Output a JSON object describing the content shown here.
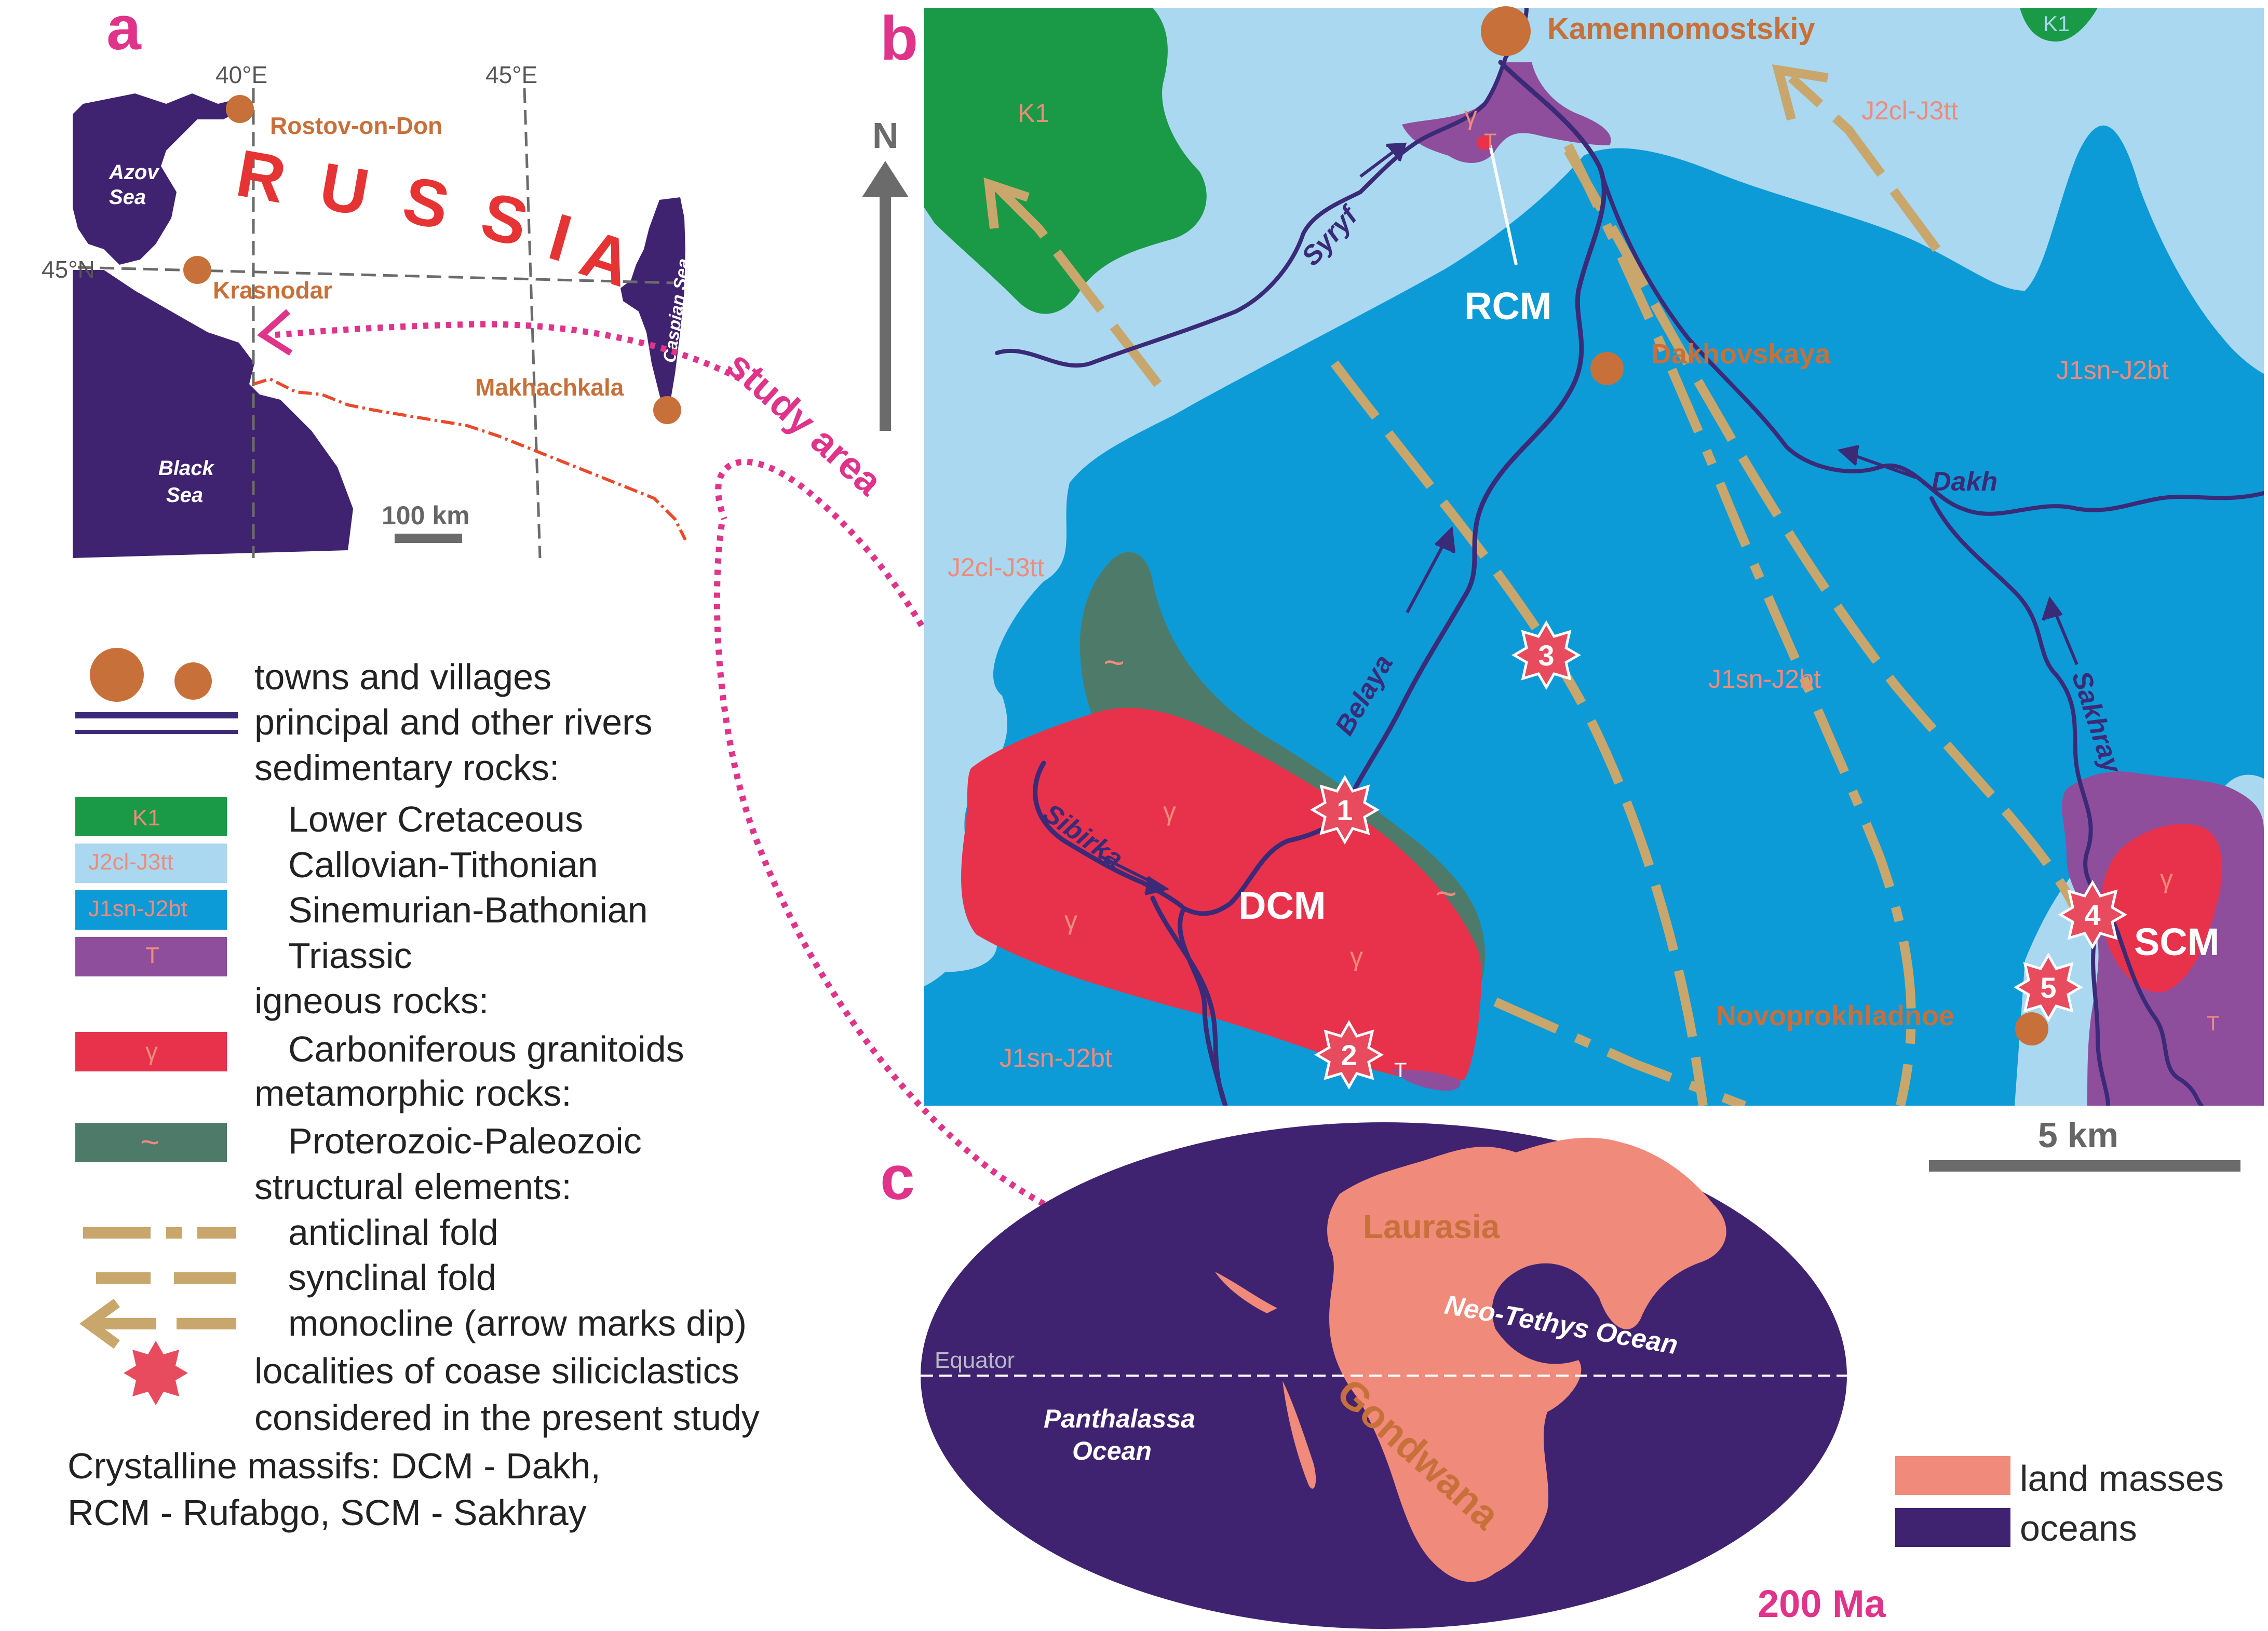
{
  "panels": {
    "a": "a",
    "b": "b",
    "c": "c"
  },
  "panel_a": {
    "country": "RUSSIA",
    "lon_40": "40°E",
    "lon_45": "45°E",
    "lat_45": "45°N",
    "seas": {
      "azov": "Azov Sea",
      "black": "Black Sea",
      "caspian": "Caspian Sea"
    },
    "cities": [
      "Rostov-on-Don",
      "Krasnodar",
      "Makhachkala"
    ],
    "scale": "100 km",
    "study_area": "study area"
  },
  "panel_b": {
    "north": "N",
    "towns": [
      "Kamennomostskiy",
      "Dakhovskaya",
      "Novoprokhladnoe"
    ],
    "rivers": [
      "Syryf",
      "Belaya",
      "Sibirka",
      "Dakh",
      "Sakhray"
    ],
    "massifs": [
      "DCM",
      "RCM",
      "SCM"
    ],
    "units": {
      "k1": "K1",
      "j2cl_j3tt": "J2cl-J3tt",
      "j1sn_j2bt": "J1sn-J2bt",
      "triassic": "T",
      "granite_symbol": "γ",
      "meta_symbol": "~"
    },
    "localities": [
      "1",
      "2",
      "3",
      "4",
      "5"
    ],
    "scale": "5 km"
  },
  "panel_c": {
    "laurasia": "Laurasia",
    "gondwana": "Gondwana",
    "neo_tethys": "Neo-Tethys Ocean",
    "panthalassa": "Panthalassa Ocean",
    "equator": "Equator",
    "age": "200 Ma",
    "legend": [
      "land masses",
      "oceans"
    ]
  },
  "legend": {
    "towns": "towns and villages",
    "rivers": "principal and other rivers",
    "sed_header": "sedimentary rocks:",
    "k1_sym": "K1",
    "k1": "Lower Cretaceous",
    "j2_sym": "J2cl-J3tt",
    "j2": "Callovian-Tithonian",
    "j1_sym": "J1sn-J2bt",
    "j1": "Sinemurian-Bathonian",
    "t_sym": "T",
    "t": "Triassic",
    "ign_header": "igneous rocks:",
    "granite_sym": "γ",
    "granite": "Carboniferous granitoids",
    "meta_header": "metamorphic rocks:",
    "meta_sym": "~",
    "meta": "Proterozoic-Paleozoic",
    "struct_header": "structural elements:",
    "anticline": "anticlinal fold",
    "syncline": "synclinal fold",
    "monocline": "monocline (arrow marks dip)",
    "localities_1": "localities of coase siliciclastics",
    "localities_2": "considered in the present study",
    "massifs_1": "Crystalline massifs: DCM - Dakh,",
    "massifs_2": "RCM - Rufabgo, SCM - Sakhray"
  },
  "colors": {
    "ocean": "#3f2370",
    "land_mass": "#f08a7a",
    "k1": "#1a9a46",
    "j2": "#a9d8f0",
    "j1": "#0c9bd6",
    "triassic": "#8e4e9c",
    "granite": "#e8324c",
    "meta": "#4e7a6a",
    "fold": "#c9a66b",
    "town": "#c8703a",
    "magenta": "#e0338a",
    "river": "#3b2a78",
    "russia": "#e63333",
    "grey": "#6b6b6b"
  }
}
